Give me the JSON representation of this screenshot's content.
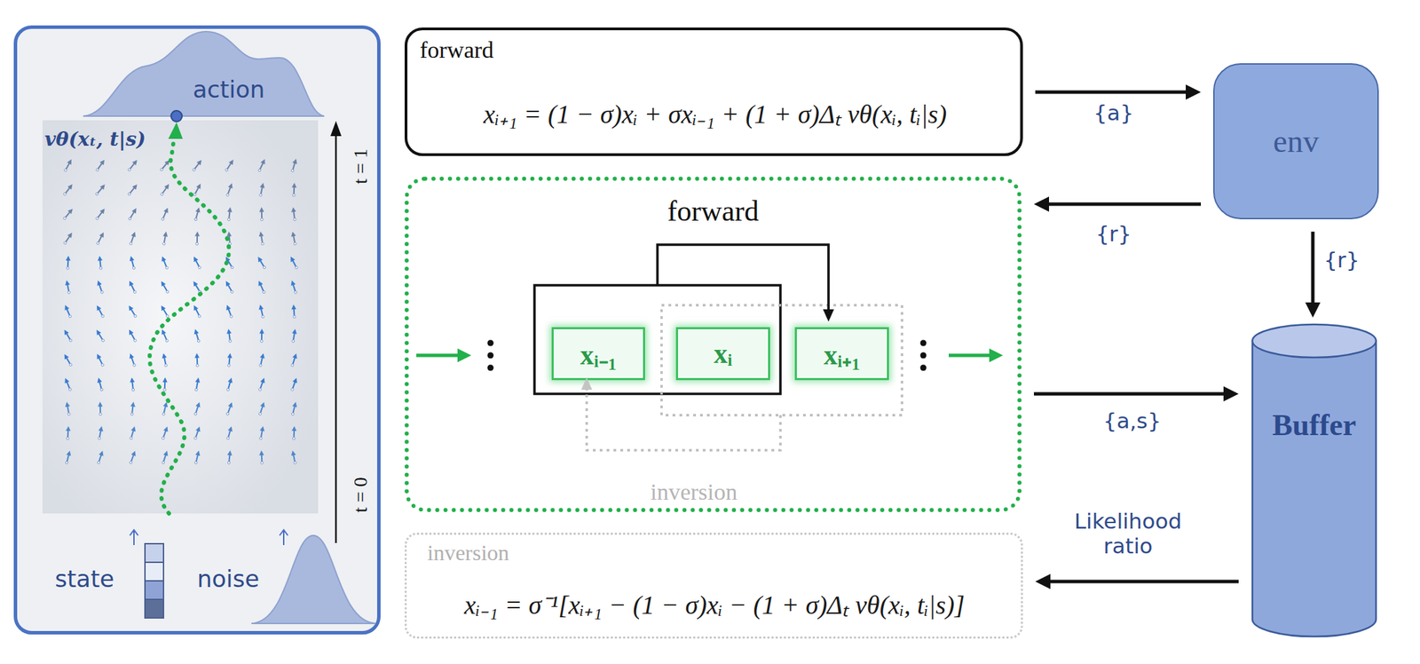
{
  "diagram": {
    "nodes": [
      {
        "text": [
          "action",
          "vθ(xₜ, t|s)",
          "t = 1",
          "t = 0",
          "state",
          "noise"
        ]
      },
      {
        "text": [
          "forward",
          "xᵢ₊₁ = (1 − σ)xᵢ + σxᵢ₋₁ + (1 + σ)Δₜ vθ(xᵢ, tᵢ|s)"
        ]
      },
      {
        "text": [
          "forward",
          "inversion"
        ]
      },
      {
        "text": [
          "xᵢ₋₁"
        ],
        "in": 2
      },
      {
        "text": [
          "xᵢ"
        ],
        "in": 2
      },
      {
        "text": [
          "xᵢ₊₁"
        ],
        "in": 2
      },
      {
        "text": [
          "inversion",
          "xᵢ₋₁ = σ⁻¹[xᵢ₊₁ − (1 − σ)xᵢ − (1 + σ)Δₜ vθ(xᵢ, tᵢ|s)]"
        ]
      },
      {
        "text": [
          "env"
        ]
      },
      {
        "text": [
          "Buffer"
        ]
      }
    ],
    "edges": [
      {
        "from": 1,
        "to": 7,
        "label": "{a}",
        "arrow": "to"
      },
      {
        "from": 7,
        "to": 2,
        "label": "{r}",
        "arrow": "to"
      },
      {
        "from": 7,
        "to": 8,
        "label": "{r}",
        "arrow": "to"
      },
      {
        "from": 2,
        "to": 8,
        "label": "{a,s}",
        "arrow": "to"
      },
      {
        "from": 8,
        "to": 6,
        "label": "Likelihood ratio",
        "arrow": "to"
      }
    ]
  }
}
